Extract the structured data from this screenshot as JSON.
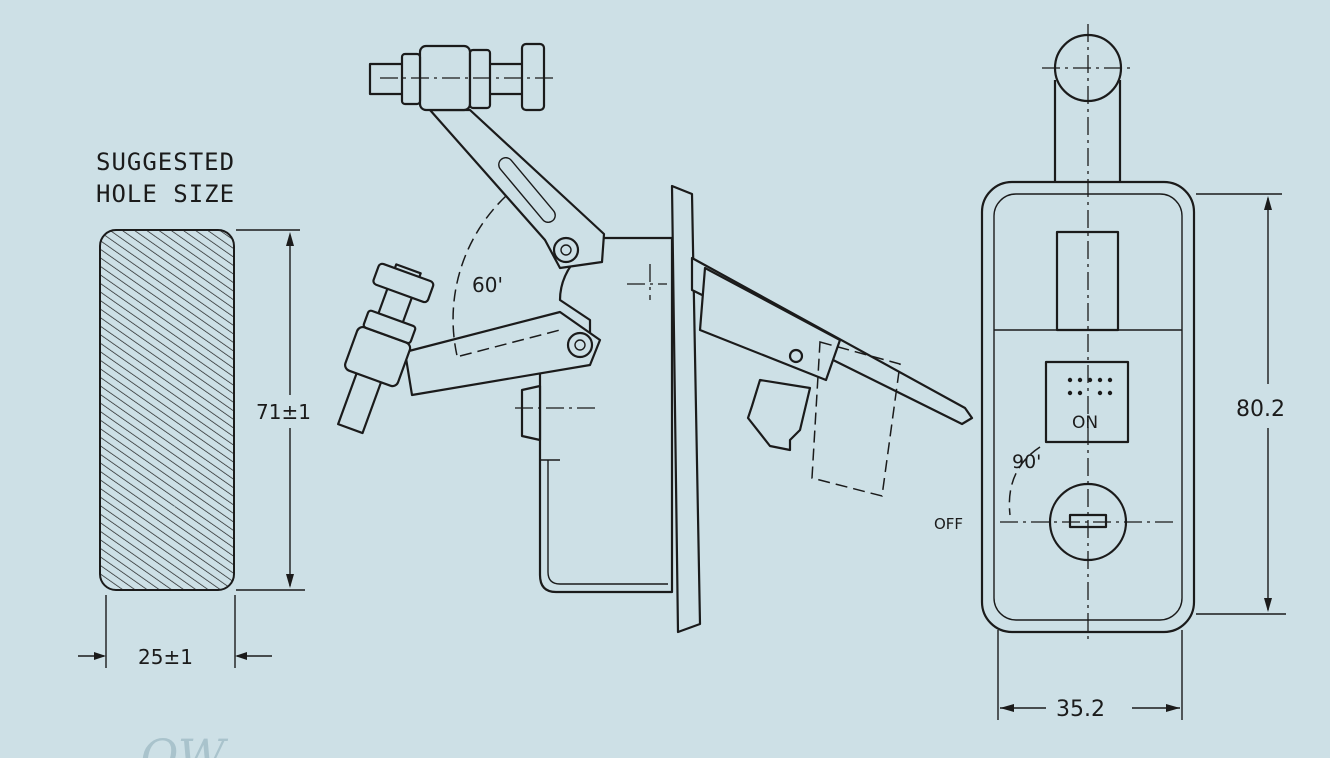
{
  "colors": {
    "background": "#cde0e6",
    "ink": "#1b1b1b"
  },
  "hole": {
    "title_line1": "SUGGESTED",
    "title_line2": "HOLE SIZE",
    "height_dim": "71±1",
    "width_dim": "25±1"
  },
  "side_view": {
    "angle_label": "60'"
  },
  "front_view": {
    "on_label": "ON",
    "off_label": "OFF",
    "rotation_label": "90'",
    "height_dim": "80.2",
    "width_dim": "35.2"
  },
  "watermark": {
    "text": "QW"
  }
}
